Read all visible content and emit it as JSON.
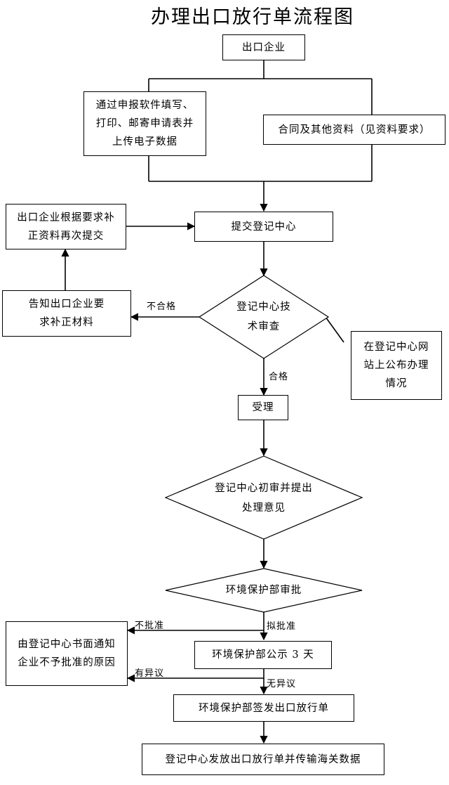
{
  "title": "办理出口放行单流程图",
  "nodes": {
    "export_enterprise": "出口企业",
    "fill_online": "通过申报软件填写、打印、邮寄申请表并上传电子数据",
    "contract_docs": "合同及其他资料（见资料要求）",
    "resubmit": "出口企业根据要求补正资料再次提交",
    "submit_center": "提交登记中心",
    "notify_supplement": "告知出口企业要求补正材料",
    "tech_review": "登记中心技术审查",
    "publish_online": "在登记中心网站上公布办理情况",
    "accept": "受理",
    "preliminary_review": "登记中心初审并提出处理意见",
    "env_approval": "环境保护部审批",
    "written_notice": "由登记中心书面通知企业不予批准的原因",
    "public_notice": "环境保护部公示 3 天",
    "issue_permit": "环境保护部签发出口放行单",
    "issue_transmit": "登记中心发放出口放行单并传输海关数据"
  },
  "labels": {
    "fail": "不合格",
    "pass": "合格",
    "not_approved": "不批准",
    "proposed_approval": "拟批准",
    "objection": "有异议",
    "no_objection": "无异议"
  }
}
